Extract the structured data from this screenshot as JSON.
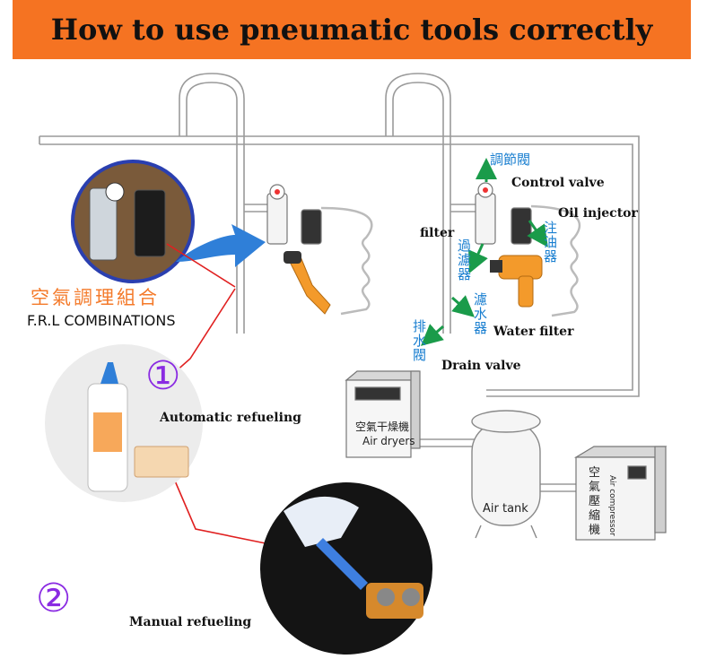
{
  "title": "How to use pneumatic tools correctly",
  "frl": {
    "chinese": "空氣調理組合",
    "english": "F.R.L COMBINATIONS"
  },
  "steps": [
    {
      "number": "①",
      "label": "Automatic refueling"
    },
    {
      "number": "②",
      "label": "Manual refueling"
    }
  ],
  "labels": {
    "control_valve_cn": "調節閥",
    "control_valve": "Control valve",
    "oil_injector_cn": "注\n油\n器",
    "oil_injector": "Oil injector",
    "filter_cn": "過\n濾\n器",
    "filter": "filter",
    "water_filter_cn": "濾\n水\n器",
    "water_filter": "Water filter",
    "drain_valve_cn": "排\n水\n閥",
    "drain_valve": "Drain valve"
  },
  "equipment": {
    "dryer_cn": "空氣干燥機",
    "dryer_en": "Air dryers",
    "tank": "Air tank",
    "compressor_cn": "空\n氣\n壓\n縮\n機",
    "compressor_en": "Air compressor"
  },
  "colors": {
    "banner": "#f57322",
    "accent_blue": "#2f7fd8",
    "arrow_green": "#1a9b4a",
    "step_number": "#8a2be2",
    "leader_line": "#e02020"
  }
}
